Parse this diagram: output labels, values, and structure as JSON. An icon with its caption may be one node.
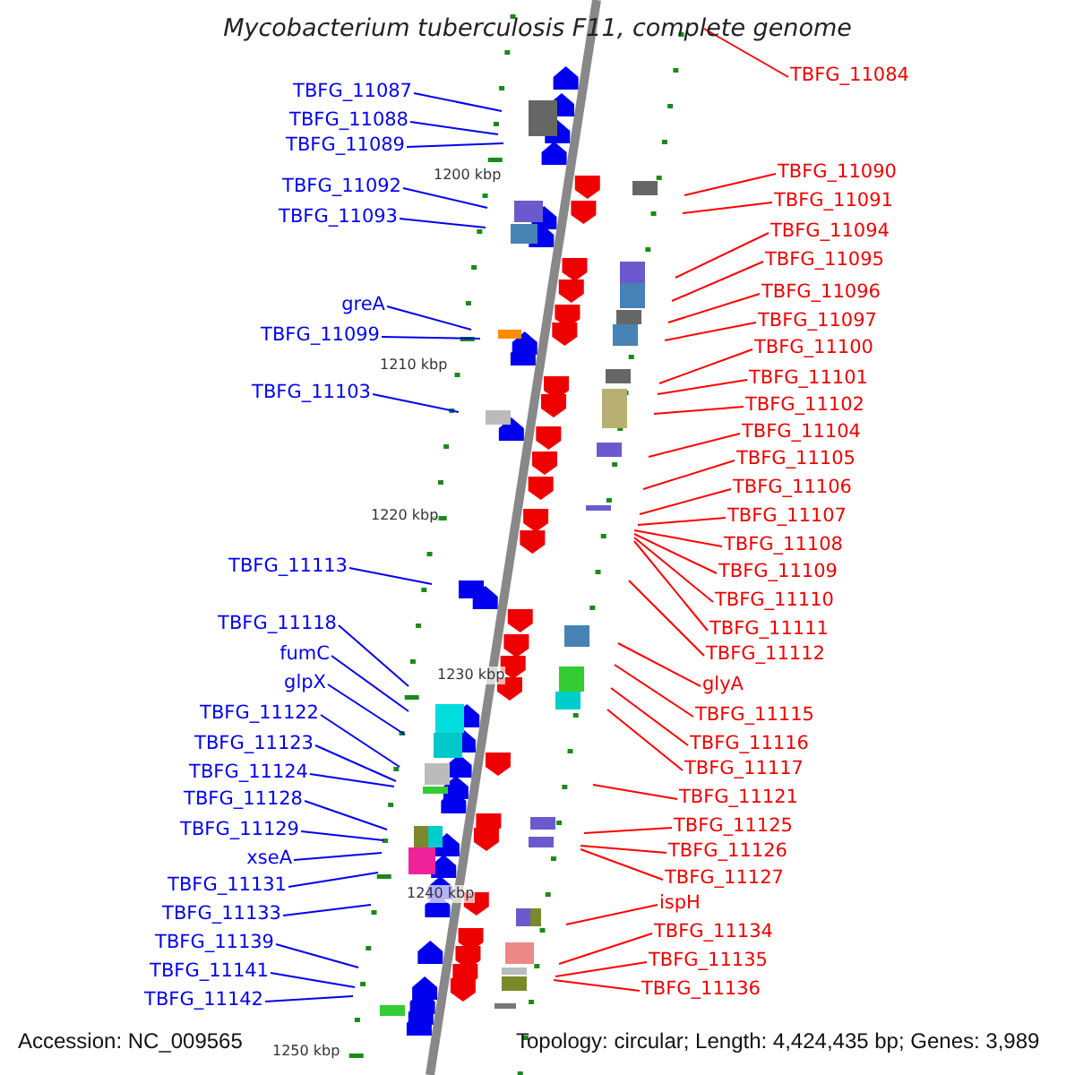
{
  "diagram": {
    "title": "Mycobacterium tuberculosis F11, complete genome",
    "nodes": [
      {
        "text": [
          "TBFG_11087"
        ]
      },
      {
        "text": [
          "TBFG_11088"
        ]
      },
      {
        "text": [
          "TBFG_11089"
        ]
      },
      {
        "text": [
          "TBFG_11092"
        ]
      },
      {
        "text": [
          "TBFG_11093"
        ]
      },
      {
        "text": [
          "greA"
        ]
      },
      {
        "text": [
          "TBFG_11099"
        ]
      },
      {
        "text": [
          "TBFG_11103"
        ]
      },
      {
        "text": [
          "TBFG_11113"
        ]
      },
      {
        "text": [
          "TBFG_11118"
        ]
      },
      {
        "text": [
          "fumC"
        ]
      },
      {
        "text": [
          "glpX"
        ]
      },
      {
        "text": [
          "TBFG_11122"
        ]
      },
      {
        "text": [
          "TBFG_11123"
        ]
      },
      {
        "text": [
          "TBFG_11124"
        ]
      },
      {
        "text": [
          "TBFG_11128"
        ]
      },
      {
        "text": [
          "TBFG_11129"
        ]
      },
      {
        "text": [
          "xseA"
        ]
      },
      {
        "text": [
          "TBFG_11131"
        ]
      },
      {
        "text": [
          "TBFG_11133"
        ]
      },
      {
        "text": [
          "TBFG_11139"
        ]
      },
      {
        "text": [
          "TBFG_11141"
        ]
      },
      {
        "text": [
          "TBFG_11142"
        ]
      },
      {
        "text": [
          "TBFG_11084"
        ]
      },
      {
        "text": [
          "TBFG_11090"
        ]
      },
      {
        "text": [
          "TBFG_11091"
        ]
      },
      {
        "text": [
          "TBFG_11094"
        ]
      },
      {
        "text": [
          "TBFG_11095"
        ]
      },
      {
        "text": [
          "TBFG_11096"
        ]
      },
      {
        "text": [
          "TBFG_11097"
        ]
      },
      {
        "text": [
          "TBFG_11100"
        ]
      },
      {
        "text": [
          "TBFG_11101"
        ]
      },
      {
        "text": [
          "TBFG_11102"
        ]
      },
      {
        "text": [
          "TBFG_11104"
        ]
      },
      {
        "text": [
          "TBFG_11105"
        ]
      },
      {
        "text": [
          "TBFG_11106"
        ]
      },
      {
        "text": [
          "TBFG_11107"
        ]
      },
      {
        "text": [
          "TBFG_11108"
        ]
      },
      {
        "text": [
          "TBFG_11109"
        ]
      },
      {
        "text": [
          "TBFG_11110"
        ]
      },
      {
        "text": [
          "TBFG_11111"
        ]
      },
      {
        "text": [
          "TBFG_11112"
        ]
      },
      {
        "text": [
          "glyA"
        ]
      },
      {
        "text": [
          "TBFG_11115"
        ]
      },
      {
        "text": [
          "TBFG_11116"
        ]
      },
      {
        "text": [
          "TBFG_11117"
        ]
      },
      {
        "text": [
          "TBFG_11121"
        ]
      },
      {
        "text": [
          "TBFG_11125"
        ]
      },
      {
        "text": [
          "TBFG_11126"
        ]
      },
      {
        "text": [
          "TBFG_11127"
        ]
      },
      {
        "text": [
          "ispH"
        ]
      },
      {
        "text": [
          "TBFG_11134"
        ]
      },
      {
        "text": [
          "TBFG_11135"
        ]
      },
      {
        "text": [
          "TBFG_11136"
        ]
      }
    ],
    "edges": [
      {
        "from": 0,
        "to": null,
        "arrow": "none",
        "color": "#0000ee"
      },
      {
        "from": 1,
        "to": null,
        "arrow": "none",
        "color": "#0000ee"
      },
      {
        "from": 2,
        "to": null,
        "arrow": "none",
        "color": "#0000ee"
      },
      {
        "from": 3,
        "to": null,
        "arrow": "none",
        "color": "#0000ee"
      },
      {
        "from": 4,
        "to": null,
        "arrow": "none",
        "color": "#0000ee"
      },
      {
        "from": 5,
        "to": null,
        "arrow": "none",
        "color": "#0000ee"
      },
      {
        "from": 6,
        "to": null,
        "arrow": "none",
        "color": "#0000ee"
      },
      {
        "from": 7,
        "to": null,
        "arrow": "none",
        "color": "#0000ee"
      },
      {
        "from": 8,
        "to": null,
        "arrow": "none",
        "color": "#0000ee"
      },
      {
        "from": 9,
        "to": null,
        "arrow": "none",
        "color": "#0000ee"
      },
      {
        "from": 10,
        "to": null,
        "arrow": "none",
        "color": "#0000ee"
      },
      {
        "from": 11,
        "to": null,
        "arrow": "none",
        "color": "#0000ee"
      },
      {
        "from": 12,
        "to": null,
        "arrow": "none",
        "color": "#0000ee"
      },
      {
        "from": 13,
        "to": null,
        "arrow": "none",
        "color": "#0000ee"
      },
      {
        "from": 14,
        "to": null,
        "arrow": "none",
        "color": "#0000ee"
      },
      {
        "from": 15,
        "to": null,
        "arrow": "none",
        "color": "#0000ee"
      },
      {
        "from": 16,
        "to": null,
        "arrow": "none",
        "color": "#0000ee"
      },
      {
        "from": 17,
        "to": null,
        "arrow": "none",
        "color": "#0000ee"
      },
      {
        "from": 18,
        "to": null,
        "arrow": "none",
        "color": "#0000ee"
      },
      {
        "from": 19,
        "to": null,
        "arrow": "none",
        "color": "#0000ee"
      },
      {
        "from": 20,
        "to": null,
        "arrow": "none",
        "color": "#0000ee"
      },
      {
        "from": 21,
        "to": null,
        "arrow": "none",
        "color": "#0000ee"
      },
      {
        "from": 22,
        "to": null,
        "arrow": "none",
        "color": "#0000ee"
      },
      {
        "from": 23,
        "to": null,
        "arrow": "none",
        "color": "#ff0000"
      },
      {
        "from": 24,
        "to": null,
        "arrow": "none",
        "color": "#ff0000"
      },
      {
        "from": 25,
        "to": null,
        "arrow": "none",
        "color": "#ff0000"
      },
      {
        "from": 26,
        "to": null,
        "arrow": "none",
        "color": "#ff0000"
      },
      {
        "from": 27,
        "to": null,
        "arrow": "none",
        "color": "#ff0000"
      },
      {
        "from": 28,
        "to": null,
        "arrow": "none",
        "color": "#ff0000"
      },
      {
        "from": 29,
        "to": null,
        "arrow": "none",
        "color": "#ff0000"
      },
      {
        "from": 30,
        "to": null,
        "arrow": "none",
        "color": "#ff0000"
      },
      {
        "from": 31,
        "to": null,
        "arrow": "none",
        "color": "#ff0000"
      },
      {
        "from": 32,
        "to": null,
        "arrow": "none",
        "color": "#ff0000"
      },
      {
        "from": 33,
        "to": null,
        "arrow": "none",
        "color": "#ff0000"
      },
      {
        "from": 34,
        "to": null,
        "arrow": "none",
        "color": "#ff0000"
      },
      {
        "from": 35,
        "to": null,
        "arrow": "none",
        "color": "#ff0000"
      },
      {
        "from": 36,
        "to": null,
        "arrow": "none",
        "color": "#ff0000"
      },
      {
        "from": 37,
        "to": null,
        "arrow": "none",
        "color": "#ff0000"
      },
      {
        "from": 38,
        "to": null,
        "arrow": "none",
        "color": "#ff0000"
      },
      {
        "from": 39,
        "to": null,
        "arrow": "none",
        "color": "#ff0000"
      },
      {
        "from": 40,
        "to": null,
        "arrow": "none",
        "color": "#ff0000"
      },
      {
        "from": 41,
        "to": null,
        "arrow": "none",
        "color": "#ff0000"
      },
      {
        "from": 42,
        "to": null,
        "arrow": "none",
        "color": "#ff0000"
      },
      {
        "from": 43,
        "to": null,
        "arrow": "none",
        "color": "#ff0000"
      },
      {
        "from": 44,
        "to": null,
        "arrow": "none",
        "color": "#ff0000"
      },
      {
        "from": 45,
        "to": null,
        "arrow": "none",
        "color": "#ff0000"
      },
      {
        "from": 46,
        "to": null,
        "arrow": "none",
        "color": "#ff0000"
      },
      {
        "from": 47,
        "to": null,
        "arrow": "none",
        "color": "#ff0000"
      },
      {
        "from": 48,
        "to": null,
        "arrow": "none",
        "color": "#ff0000"
      },
      {
        "from": 49,
        "to": null,
        "arrow": "none",
        "color": "#ff0000"
      },
      {
        "from": 50,
        "to": null,
        "arrow": "none",
        "color": "#ff0000"
      },
      {
        "from": 51,
        "to": null,
        "arrow": "none",
        "color": "#ff0000"
      },
      {
        "from": 52,
        "to": null,
        "arrow": "none",
        "color": "#ff0000"
      },
      {
        "from": 53,
        "to": null,
        "arrow": "none",
        "color": "#ff0000"
      }
    ],
    "labels": [
      "1200 kbp",
      "1210 kbp",
      "1220 kbp",
      "1230 kbp",
      "1240 kbp",
      "1250 kbp",
      "Accession: NC_009565",
      "Topology: circular; Length: 4,424,435 bp; Genes: 3,989"
    ]
  }
}
